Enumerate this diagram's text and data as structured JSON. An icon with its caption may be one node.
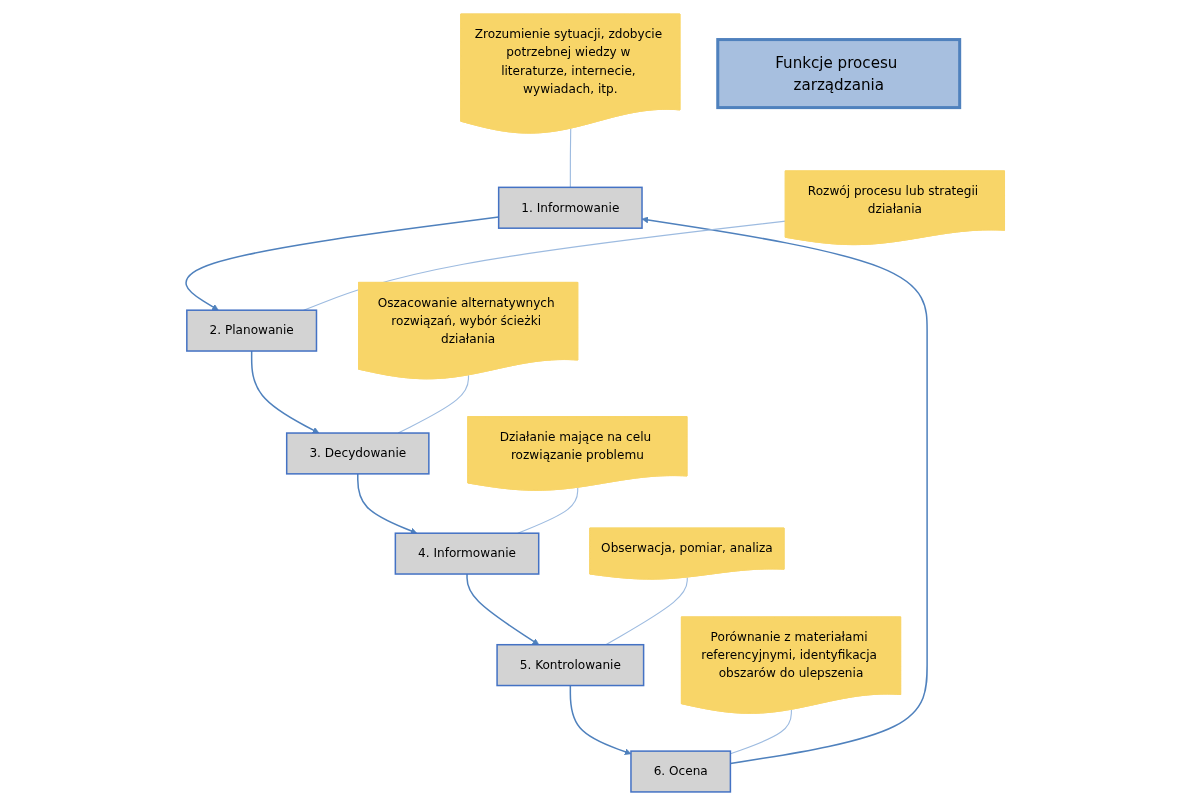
{
  "diagram": {
    "nodes": [
      {
        "text": [
          "Zrozumienie sytuacji, zdobycie potrzebnej wiedzy w literaturze, internecie, wywiadach, itp."
        ]
      },
      {
        "text": [
          "1. Informowanie"
        ]
      },
      {
        "text": [
          "Porównanie z materiałami referencyjnymi, identyfikacja obszarów do ulepszenia"
        ]
      },
      {
        "text": [
          "Rozwój procesu lub strategii działania"
        ]
      },
      {
        "text": [
          "6. Ocena"
        ]
      },
      {
        "text": [
          "Funkcje procesu zarządzania"
        ]
      },
      {
        "text": [
          "2. Planowanie"
        ]
      },
      {
        "text": [
          "3. Decydowanie"
        ]
      },
      {
        "text": [
          "5. Kontrolowanie"
        ]
      },
      {
        "text": [
          "Obserwacja, pomiar, analiza"
        ]
      },
      {
        "text": [
          "Oszacowanie alternatywnych rozwiązań, wybór ścieżki działania"
        ]
      },
      {
        "text": [
          "4. Informowanie"
        ]
      },
      {
        "text": [
          "Działanie mające na celu rozwiązanie problemu"
        ]
      }
    ],
    "edges": [
      {
        "from": 1,
        "to": 6,
        "arrow": "to"
      },
      {
        "from": 6,
        "to": 7,
        "arrow": "to"
      },
      {
        "from": 7,
        "to": 11,
        "arrow": "to"
      },
      {
        "from": 11,
        "to": 8,
        "arrow": "to"
      },
      {
        "from": 8,
        "to": 4,
        "arrow": "to"
      },
      {
        "from": 4,
        "to": 1,
        "arrow": "to"
      },
      {
        "from": 0,
        "to": 1,
        "arrow": "none",
        "color": "#9dbbe0"
      },
      {
        "from": 3,
        "to": 6,
        "arrow": "none",
        "color": "#9dbbe0"
      },
      {
        "from": 10,
        "to": 7,
        "arrow": "none",
        "color": "#9dbbe0"
      },
      {
        "from": 12,
        "to": 11,
        "arrow": "none",
        "color": "#9dbbe0"
      },
      {
        "from": 9,
        "to": 8,
        "arrow": "none",
        "color": "#9dbbe0"
      },
      {
        "from": 2,
        "to": 4,
        "arrow": "none",
        "color": "#9dbbe0"
      }
    ]
  }
}
